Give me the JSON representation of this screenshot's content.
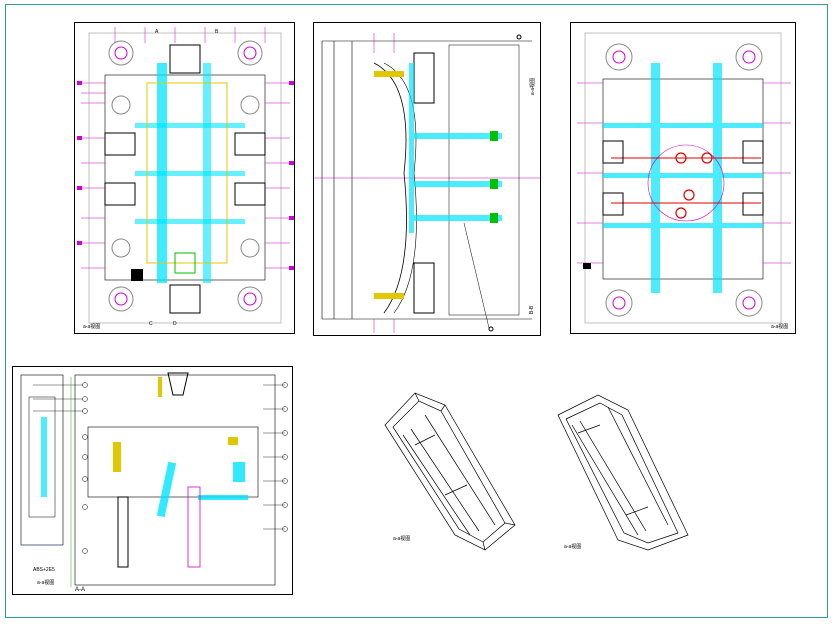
{
  "drawing": {
    "accent_cyan": "#00e5ff",
    "accent_magenta": "#d000d0",
    "accent_yellow": "#e0c800",
    "accent_green": "#00c000",
    "accent_red": "#e00000",
    "frame_color": "#2f9b9b"
  },
  "views": {
    "top_left": {
      "tag": "a-a视图",
      "corner_a": "A",
      "corner_b": "B",
      "corner_c": "C",
      "corner_d": "D"
    },
    "top_middle": {
      "tag": "B-B",
      "side_tag": "a-a视图"
    },
    "top_right": {
      "tag": "a-a视图"
    },
    "bottom_left": {
      "section_label": "A-A",
      "side_tag": "ABS+2E5",
      "side_tag_2": "a-a视图"
    },
    "iso_left": {
      "tag": "a-a视图"
    },
    "iso_right": {
      "tag": "a-a视图"
    }
  }
}
